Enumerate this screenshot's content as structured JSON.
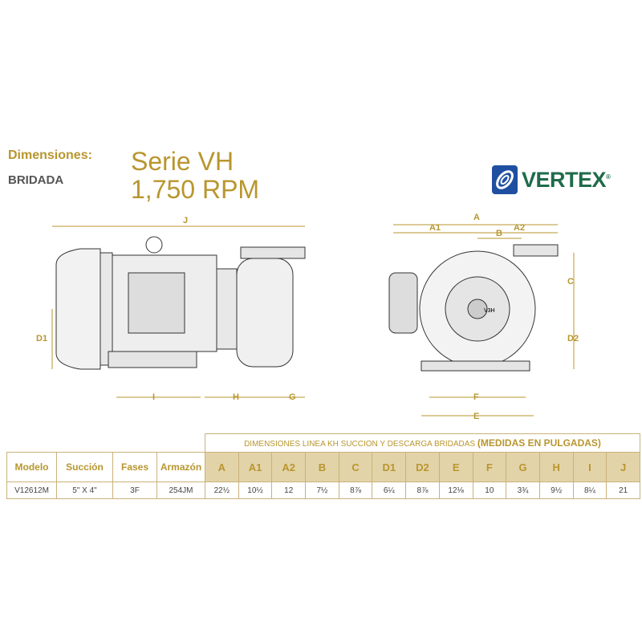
{
  "header": {
    "dimensions_label": "Dimensiones:",
    "connection": "BRIDADA",
    "series": "Serie VH",
    "rpm": "1,750 RPM"
  },
  "logo": {
    "brand": "VERTEX",
    "registered": "®"
  },
  "drawing": {
    "labels": {
      "J": "J",
      "D1": "D1",
      "I": "I",
      "H": "H",
      "G": "G",
      "A": "A",
      "A1": "A1",
      "A2": "A2",
      "B": "B",
      "C": "C",
      "D2": "D2",
      "F": "F",
      "E": "E",
      "pump_mark": "V3H"
    }
  },
  "table": {
    "banner": "DIMENSIONES LINEA KH SUCCION Y DESCARGA BRIDADAS ",
    "banner_bold": "(MEDIDAS EN PULGADAS)",
    "headers": [
      "Modelo",
      "Succión",
      "Fases",
      "Armazón",
      "A",
      "A1",
      "A2",
      "B",
      "C",
      "D1",
      "D2",
      "E",
      "F",
      "G",
      "H",
      "I",
      "J"
    ],
    "rows": [
      [
        "V12612M",
        "5\" X 4\"",
        "3F",
        "254JM",
        "22½",
        "10½",
        "12",
        "7½",
        "8⅞",
        "6¼",
        "8⅞",
        "12⅛",
        "10",
        "3¾",
        "9½",
        "8¼",
        "21"
      ]
    ]
  },
  "colors": {
    "gold": "#b8962e",
    "header_fill": "#e3d3a8",
    "logo_blue": "#1f4fa0",
    "logo_green": "#1f6b4a"
  }
}
